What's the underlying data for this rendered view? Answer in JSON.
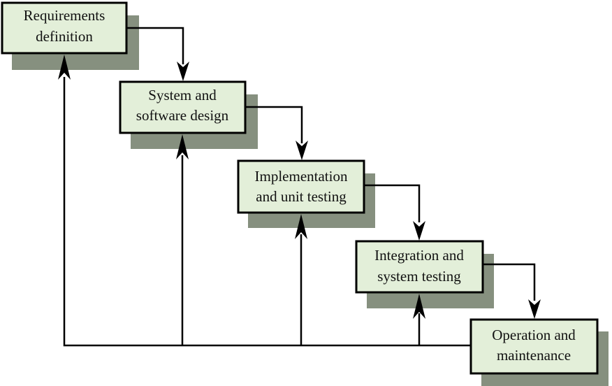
{
  "diagram": {
    "colors": {
      "box_fill": "#e3efd9",
      "shadow": "#86907f",
      "stroke": "#000000",
      "text": "#111111"
    },
    "stages": [
      {
        "line1": "Requirements",
        "line2": "definition"
      },
      {
        "line1": "System and",
        "line2": "software design"
      },
      {
        "line1": "Implementation",
        "line2": "and unit testing"
      },
      {
        "line1": "Integration and",
        "line2": "system testing"
      },
      {
        "line1": "Operation and",
        "line2": "maintenance"
      }
    ]
  }
}
